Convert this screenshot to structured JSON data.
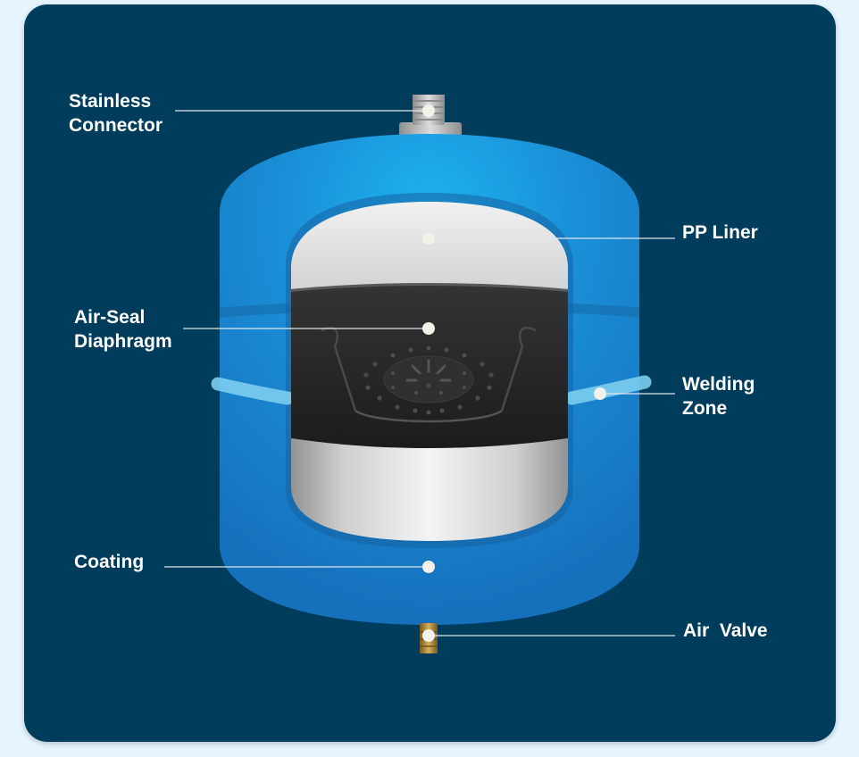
{
  "labels": {
    "stainless_connector": [
      "Stainless",
      "Connector"
    ],
    "pp_liner": "PP Liner",
    "air_seal_diaphragm": [
      "Air-Seal",
      "Diaphragm"
    ],
    "welding_zone": [
      "Welding",
      "Zone"
    ],
    "coating": "Coating",
    "air_valve": "Air  Valve"
  },
  "colors": {
    "background": "#e6f4fd",
    "panel": "#003c5b",
    "tank_blue": "#1a88d4",
    "tank_highlight": "#1bb0ee",
    "liner_gray": "#d8d8d8",
    "diaphragm_black": "#262626",
    "connector_silver": "#b5b5b5",
    "valve_brass": "#b08a3a",
    "callout_dot": "#f2f2ea"
  }
}
